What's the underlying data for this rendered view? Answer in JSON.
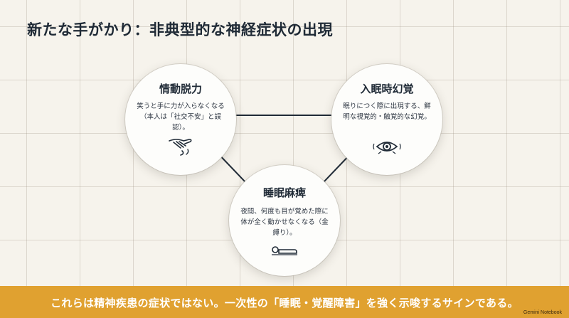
{
  "title": "新たな手がかり：非典型的な神経症状の出現",
  "nodes": [
    {
      "title": "情動脱力",
      "description": "笑うと手に力が入らなくなる（本人は「社交不安」と誤認）。",
      "icon": "limp-hand-icon"
    },
    {
      "title": "入眠時幻覚",
      "description": "眠りにつく際に出現する、鮮明な視覚的・触覚的な幻覚。",
      "icon": "eye-icon"
    },
    {
      "title": "睡眠麻痺",
      "description": "夜間、何度も目が覚めた際に体が全く動かせなくなる（金縛り）。",
      "icon": "lying-person-icon"
    }
  ],
  "banner": {
    "text": "これらは精神疾患の症状ではない。一次性の「睡眠・覚醒障害」を強く示唆するサインである。"
  },
  "brand": {
    "label": "Gemini Notebook"
  },
  "colors": {
    "background": "#f6f3ec",
    "banner": "#e0a130",
    "connector": "#1f2a36",
    "title_text": "#1f2a36"
  }
}
